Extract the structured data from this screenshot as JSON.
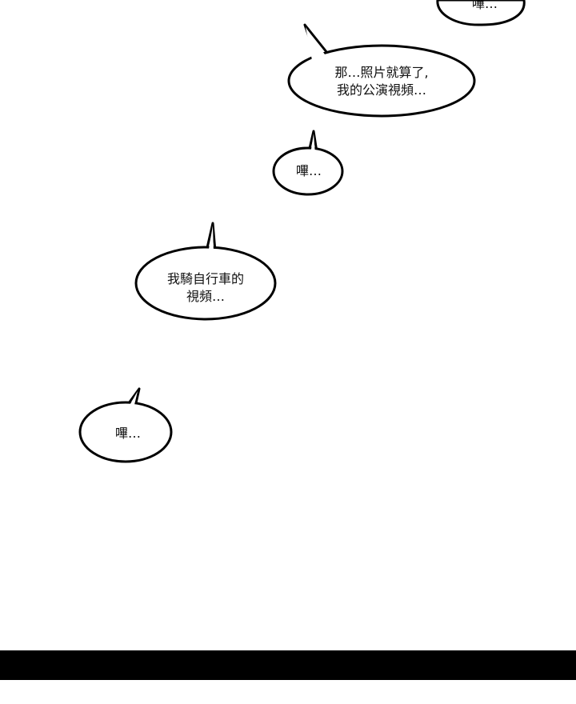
{
  "panel": {
    "background": "#ffffff",
    "bar_color": "#000000",
    "ink_color": "#000000"
  },
  "bubbles": [
    {
      "lines": [
        "嗶…"
      ]
    },
    {
      "lines": [
        "那…照片就算了,",
        "我的公演視頻…"
      ]
    },
    {
      "lines": [
        "嗶…"
      ]
    },
    {
      "lines": [
        "我騎自行車的",
        "視頻…"
      ]
    },
    {
      "lines": [
        "嗶…"
      ]
    }
  ]
}
